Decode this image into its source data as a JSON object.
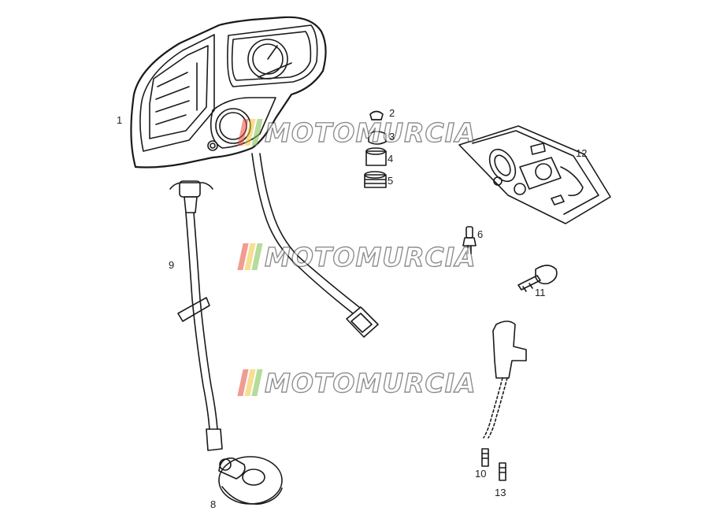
{
  "watermark": {
    "text": "MOTOMURCIA",
    "flag_colors": [
      "#e84a3a",
      "#f2c43a",
      "#7cc04a"
    ]
  },
  "labels": {
    "p1": "1",
    "p2": "2",
    "p3": "3",
    "p4": "4",
    "p5": "5",
    "p6": "6",
    "p8": "8",
    "p9": "9",
    "p10": "10",
    "p11": "11",
    "p12": "12",
    "p13": "13"
  },
  "colors": {
    "line": "#1a1a1a",
    "shade": "#9a9a9a"
  }
}
